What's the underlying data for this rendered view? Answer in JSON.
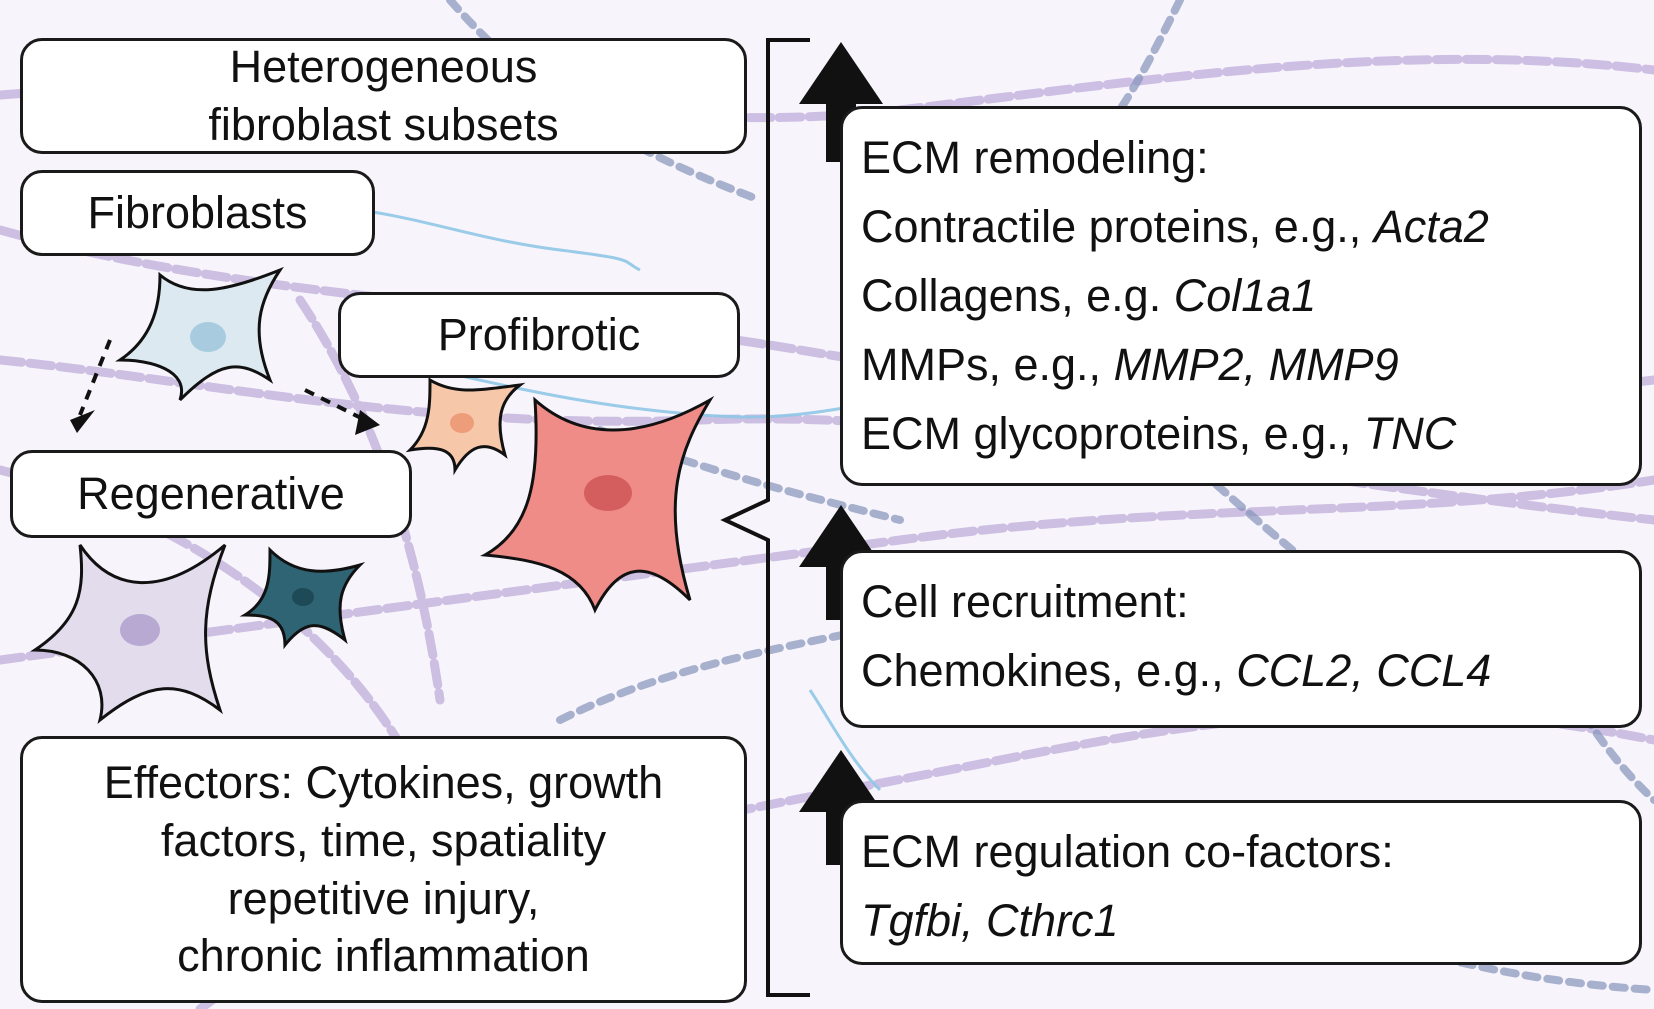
{
  "diagram": {
    "header": {
      "line1": "Heterogeneous",
      "line2": "fibroblast subsets"
    },
    "fibroblasts_label": "Fibroblasts",
    "profibrotic_label": "Profibrotic",
    "regenerative_label": "Regenerative",
    "effectors": {
      "line1": "Effectors: Cytokines, growth",
      "line2": "factors, time, spatiality",
      "line3": "repetitive injury,",
      "line4": "chronic inflammation"
    },
    "ecm_remodeling": {
      "title": "ECM remodeling:",
      "items": [
        {
          "prefix": "Contractile proteins, e.g., ",
          "genes": "Acta2"
        },
        {
          "prefix": "Collagens, e.g. ",
          "genes": "Col1a1"
        },
        {
          "prefix": "MMPs, e.g., ",
          "genes": "MMP2, MMP9"
        },
        {
          "prefix": "ECM glycoproteins, e.g., ",
          "genes": "TNC"
        }
      ]
    },
    "cell_recruitment": {
      "title": "Cell recruitment:",
      "prefix": "Chemokines, e.g., ",
      "genes": "CCL2, CCL4"
    },
    "ecm_regulation": {
      "title": "ECM regulation co-factors:",
      "genes": "Tgfbi, Cthrc1"
    },
    "colors": {
      "fibroblast": "#dce9f0",
      "profibrotic_small": "#f6c7a8",
      "profibrotic_large": "#ef8c88",
      "regenerative_large": "#e3dcec",
      "regenerative_small": "#2f6475",
      "fiber": "#b9a6d6",
      "bead": "#7b8db5",
      "feather": "#8fc6e6"
    }
  }
}
